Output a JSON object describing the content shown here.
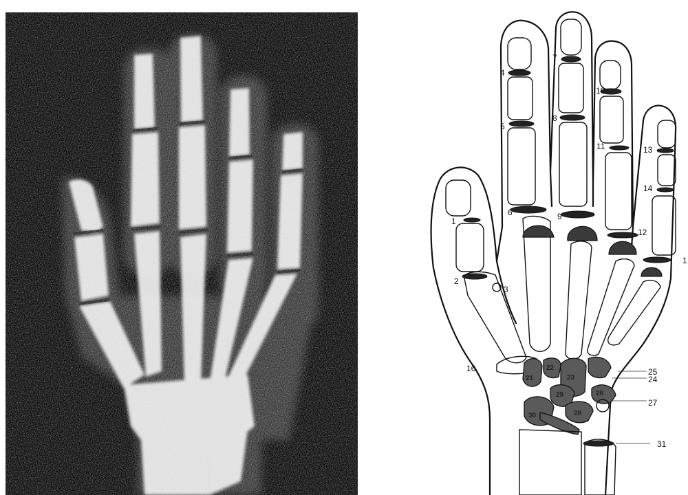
{
  "figure": {
    "left_panel": {
      "kind": "x-ray",
      "icon": "hand-xray"
    },
    "right_panel": {
      "kind": "line-drawing",
      "icon": "hand-skeleton-diagram"
    }
  },
  "labels": {
    "l1": "1",
    "l2": "2",
    "l3": "3",
    "l4": "4",
    "l5": "5",
    "l6": "6",
    "l7": "7",
    "l8": "8",
    "l9": "9",
    "l10": "10",
    "l11": "11",
    "l12": "12",
    "l13": "13",
    "l14": "14",
    "l15": "1",
    "l16": "16",
    "l21": "21",
    "l22": "22",
    "l23": "23",
    "l24": "24",
    "l25": "25",
    "l26": "26",
    "l27": "27",
    "l28": "28",
    "l29": "29",
    "l30": "30",
    "l31": "31"
  }
}
